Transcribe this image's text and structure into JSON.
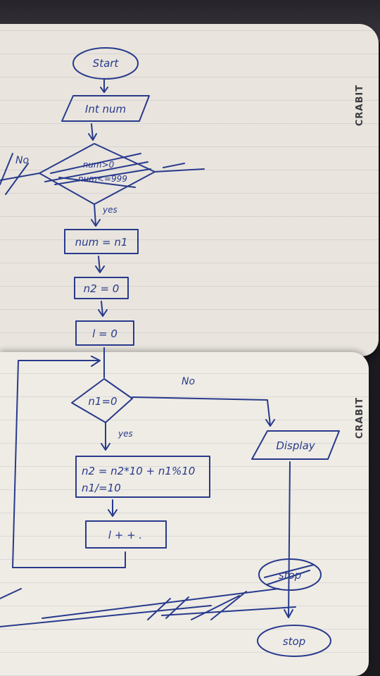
{
  "brand": {
    "top": "CRABIT",
    "bottom": "CRABIT"
  },
  "flowchart": {
    "start": "Start",
    "input": "Int num",
    "decision1_line1": "num>0",
    "decision1_line2": "num<=999",
    "decision1_yes": "yes",
    "decision1_no": "No",
    "assign_n1": "num = n1",
    "assign_n2": "n2 = 0",
    "assign_l": "l = 0",
    "decision2": "n1=0",
    "decision2_yes": "yes",
    "decision2_no": "No",
    "process_line1": "n2 = n2*10 + n1%10",
    "process_line2": "n1/=10",
    "increment": "l + + .",
    "display": "Display",
    "stop_crossed": "stop",
    "stop": "stop"
  },
  "colors": {
    "ink": "#283a8c",
    "paper": "#e9e5de",
    "background": "#1b1a1f"
  }
}
